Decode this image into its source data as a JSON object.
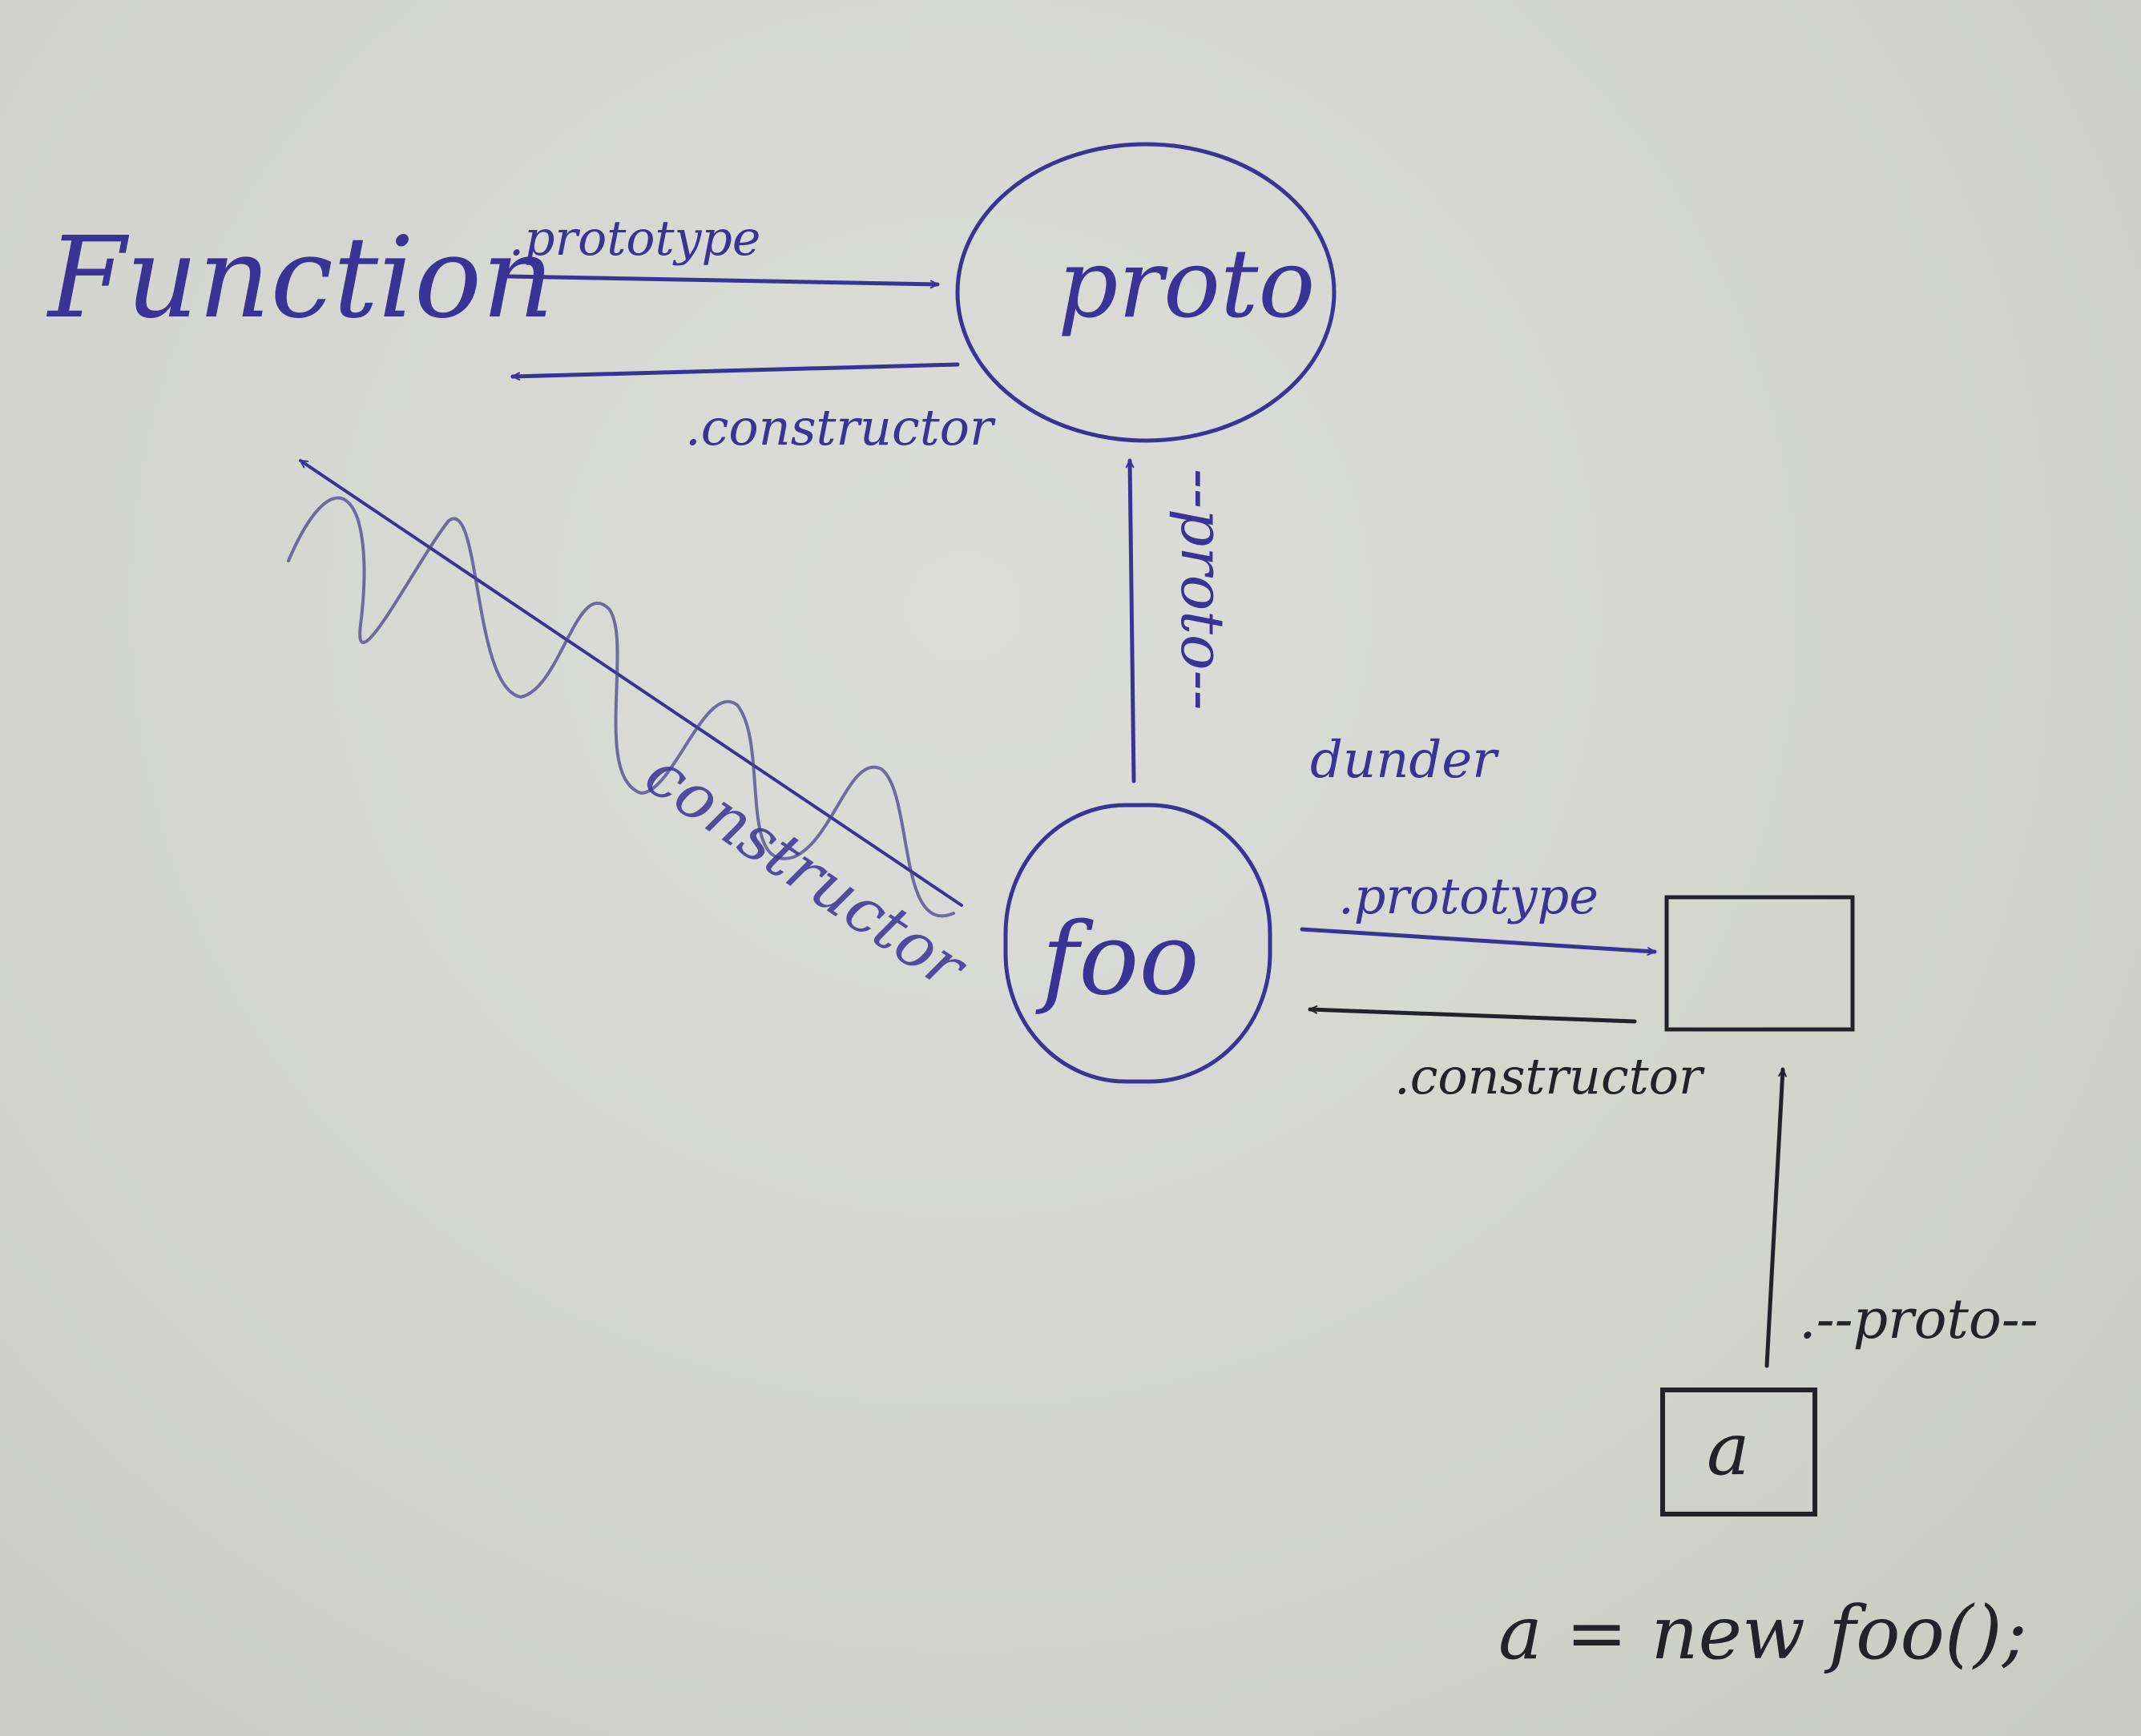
{
  "nodes": {
    "function_label": "Function",
    "proto_label": "proto",
    "foo_label": "foo",
    "box_a_label": "a"
  },
  "edges": {
    "function_to_proto": ".prototype",
    "proto_to_function": ".constructor",
    "foo_to_proto": "--proto--",
    "foo_to_proto_note": "dunder",
    "foo_to_box": ".prototype",
    "box_to_foo": ".constructor",
    "a_to_box": ".--proto--",
    "crossed_out": "constructor"
  },
  "code": "a = new foo();"
}
